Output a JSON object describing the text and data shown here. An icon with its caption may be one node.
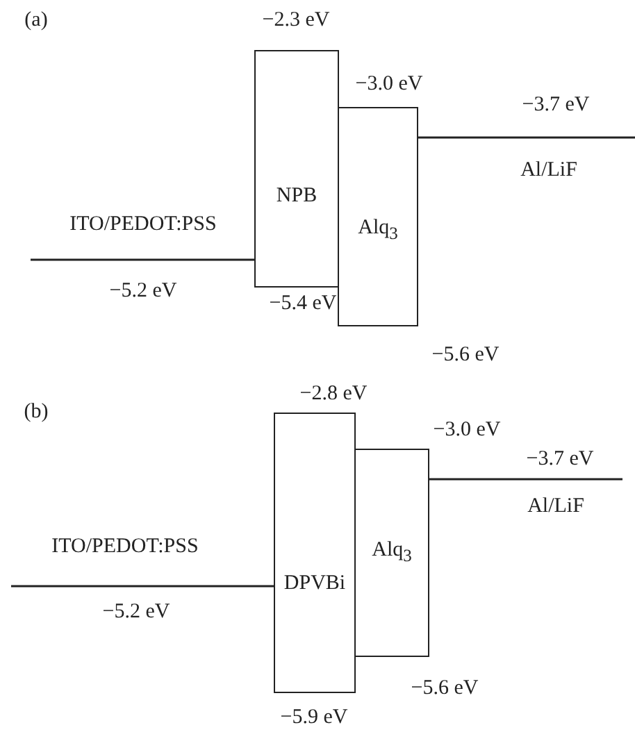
{
  "diagram": {
    "nodes": [
      {
        "text": [
          "NPB"
        ]
      },
      {
        "text": [
          "Alq$_{3}$"
        ]
      },
      {
        "text": [
          "DPVBi"
        ]
      },
      {
        "text": [
          "Alq$_{3}$"
        ]
      }
    ],
    "labels": [
      "(a)",
      "−2.3 eV",
      "−3.0 eV",
      "−3.7 eV",
      "Al/LiF",
      "ITO/PEDOT:PSS",
      "−5.2 eV",
      "−5.4 eV",
      "−5.6 eV",
      "(b)",
      "−2.8 eV",
      "−3.0 eV",
      "−3.7 eV",
      "Al/LiF",
      "ITO/PEDOT:PSS",
      "−5.2 eV",
      "−5.6 eV",
      "−5.9 eV"
    ]
  }
}
